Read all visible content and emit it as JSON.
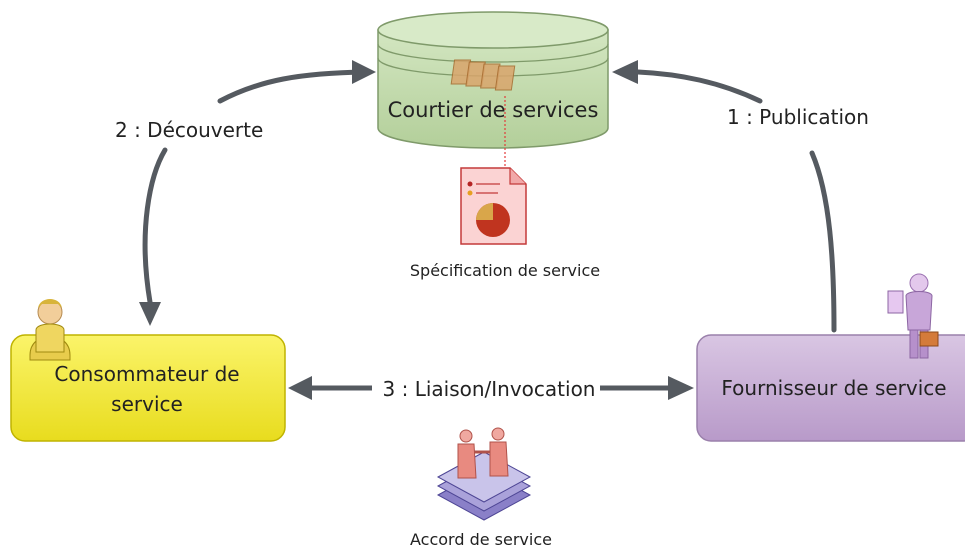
{
  "nodes": {
    "broker": {
      "label": "Courtier de services"
    },
    "consumer": {
      "label_line1": "Consommateur de",
      "label_line2": "service"
    },
    "provider": {
      "label": "Fournisseur de service"
    }
  },
  "edges": {
    "publication": {
      "label": "1 : Publication"
    },
    "discovery": {
      "label": "2 : Découverte"
    },
    "binding": {
      "label": "3 : Liaison/Invocation"
    }
  },
  "artifacts": {
    "specification": {
      "label": "Spécification de service",
      "icon": "document-chart-icon"
    },
    "agreement": {
      "label": "Accord de service",
      "icon": "handshake-icon"
    }
  },
  "colors": {
    "broker_fill": "#c3dcae",
    "broker_stroke": "#7f9a6a",
    "consumer_fill": "#f5ec3a",
    "provider_fill": "#c8b0d6",
    "arrow": "#555a60",
    "dashed_link": "#e23b3b"
  }
}
